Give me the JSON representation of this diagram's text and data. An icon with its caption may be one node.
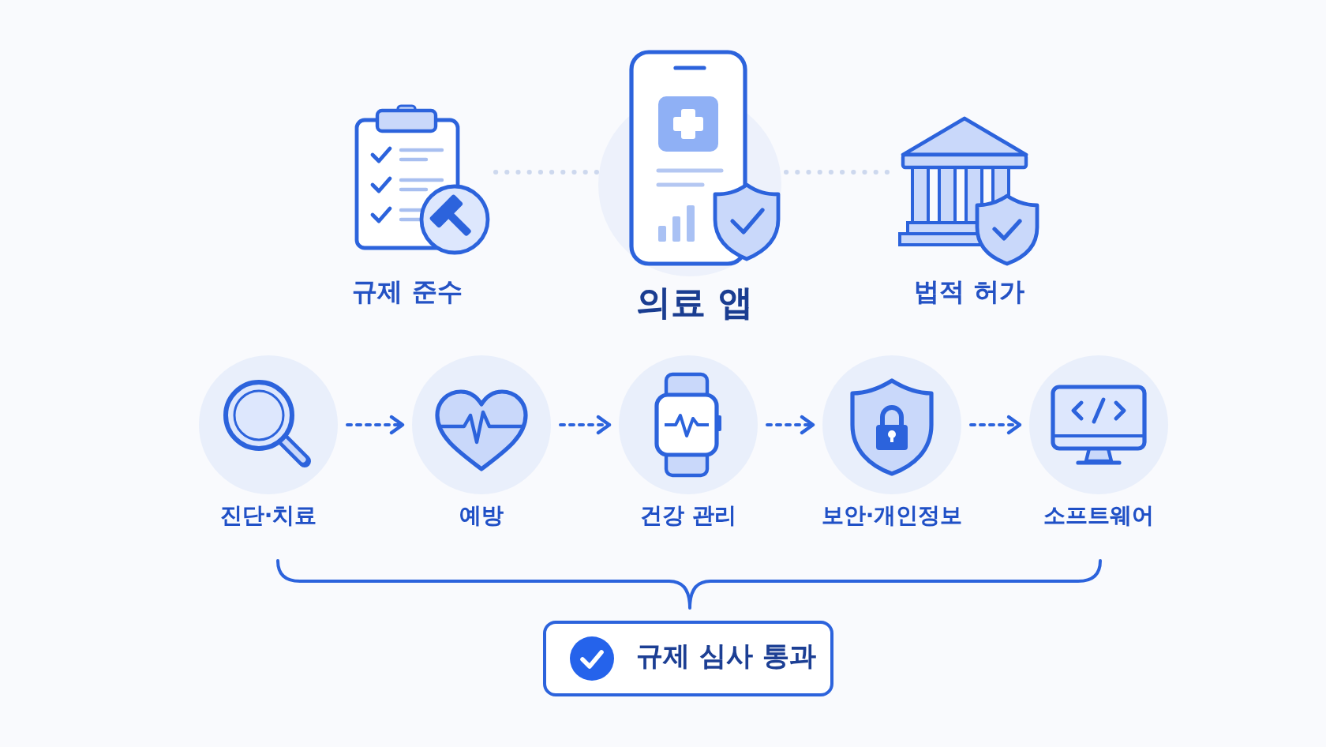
{
  "diagram": {
    "nodes": [
      {
        "text": [
          "규제 준수"
        ]
      },
      {
        "text": [
          "의료 앱"
        ]
      },
      {
        "text": [
          "법적 허가"
        ]
      },
      {
        "text": [
          "진단·치료"
        ]
      },
      {
        "text": [
          "예방"
        ]
      },
      {
        "text": [
          "건강 관리"
        ]
      },
      {
        "text": [
          "보안·개인정보"
        ]
      },
      {
        "text": [
          "소프트웨어"
        ]
      },
      {
        "text": [
          "규제 심사 통과"
        ]
      }
    ],
    "edges": [
      {
        "from": 0,
        "to": 1,
        "arrow": "none",
        "style": "dashed",
        "color": "#cdd8ee"
      },
      {
        "from": 1,
        "to": 2,
        "arrow": "none",
        "style": "dashed",
        "color": "#cdd8ee"
      },
      {
        "from": 3,
        "to": 4,
        "arrow": "to",
        "style": "dashed"
      },
      {
        "from": 4,
        "to": 5,
        "arrow": "to",
        "style": "dashed"
      },
      {
        "from": 5,
        "to": 6,
        "arrow": "to",
        "style": "dashed"
      },
      {
        "from": 6,
        "to": 7,
        "arrow": "to",
        "style": "dashed"
      }
    ]
  }
}
